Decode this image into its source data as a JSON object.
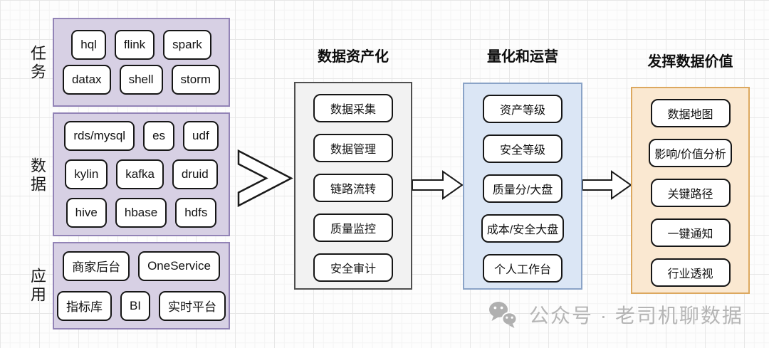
{
  "left_groups": [
    {
      "label": "任务",
      "rows": [
        [
          "hql",
          "flink",
          "spark"
        ],
        [
          "datax",
          "shell",
          "storm"
        ]
      ]
    },
    {
      "label": "数据",
      "rows": [
        [
          "rds/mysql",
          "es",
          "udf"
        ],
        [
          "kylin",
          "kafka",
          "druid"
        ],
        [
          "hive",
          "hbase",
          "hdfs"
        ]
      ]
    },
    {
      "label": "应用",
      "rows": [
        [
          "商家后台",
          "OneService"
        ],
        [
          "指标库",
          "BI",
          "实时平台"
        ]
      ]
    }
  ],
  "stages": [
    {
      "title": "数据资产化",
      "items": [
        "数据采集",
        "数据管理",
        "链路流转",
        "质量监控",
        "安全审计"
      ],
      "fill": "#f2f2f2",
      "border": "#4f4f4f"
    },
    {
      "title": "量化和运营",
      "items": [
        "资产等级",
        "安全等级",
        "质量分/大盘",
        "成本/安全大盘",
        "个人工作台"
      ],
      "fill": "#dbe6f5",
      "border": "#8aa3c7"
    },
    {
      "title": "发挥数据价值",
      "items": [
        "数据地图",
        "影响/价值分析",
        "关键路径",
        "一键通知",
        "行业透视"
      ],
      "fill": "#fae8d1",
      "border": "#dca85f"
    }
  ],
  "watermark": {
    "icon": "wechat-icon",
    "text": "公众号 · 老司机聊数据"
  },
  "colors": {
    "group_fill": "#d7d0e4",
    "group_border": "#9283b6",
    "pill_border": "#161616",
    "arrow_stroke": "#1a1a1a",
    "watermark_gray": "#b0b0b0"
  }
}
